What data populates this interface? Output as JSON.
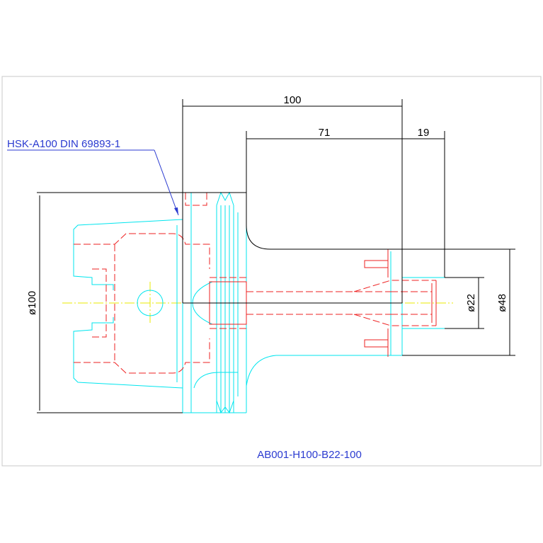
{
  "drawing": {
    "part_label": "HSK-A100 DIN 69893-1",
    "part_number": "AB001-H100-B22-100",
    "dimensions": {
      "overall_length": "100",
      "length_71": "71",
      "length_19": "19",
      "diameter_100": "ø100",
      "diameter_22": "ø22",
      "diameter_48": "ø48"
    },
    "colors": {
      "outline": "#000000",
      "taper_profile": "#00e5ee",
      "hidden_lines": "#ee2020",
      "center_lines": "#e8e800",
      "labels": "#2a3ad0"
    }
  }
}
